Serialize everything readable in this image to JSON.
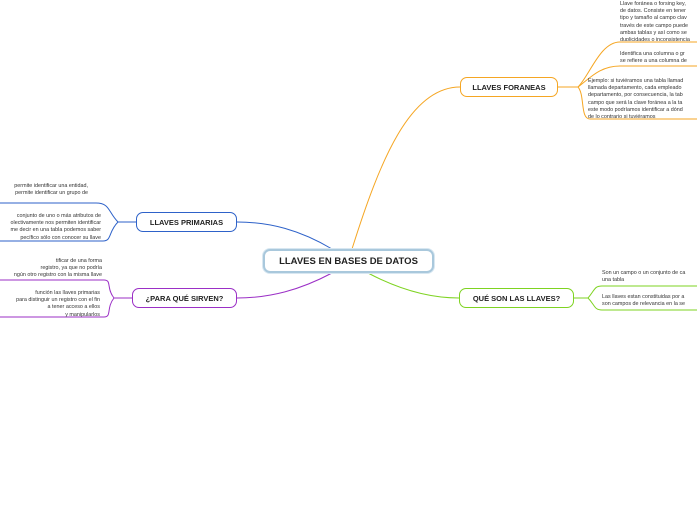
{
  "root": {
    "label": "LLAVES EN BASES DE DATOS"
  },
  "colors": {
    "root_border": "#a9c8dc",
    "foraneas": "#f5a623",
    "primarias": "#2e62c9",
    "sirven": "#9b2fc6",
    "que_son": "#7ed321"
  },
  "branches": {
    "foraneas": {
      "label": "LLAVES FORANEAS",
      "leaves": [
        "Llave foránea o forsing key,\nde datos. Consiste en tener\ntipo y tamaño al campo clav\ntravés de este campo puede\nambas tablas y así como se\nduplicidades o inconsistencia",
        "Identifica una columna o gr\nse refiere a una columna de",
        "Ejemplo: si tuviéramos una tabla llamad\nllamada departamento, cada empleado\ndepartamento, por consecuencia, la tab\ncampo que será la clave foránea a la ta\neste modo podríamos identificar a dónd\nde lo contrario si tuviéramos"
      ]
    },
    "primarias": {
      "label": "LLAVES PRIMARIAS",
      "leaves": [
        "permite identificar una entidad,\n permite identificar un grupo de",
        "conjunto de uno o más atributos de\nolectivamente nos permiten identificar\nme decir en una tabla podemos saber\npecífico sólo con conocer su llave"
      ]
    },
    "sirven": {
      "label": "¿PARA QUÉ SIRVEN?",
      "leaves": [
        "tificar de una forma\n registro, ya que no podría\nngún otro registro con la misma llave",
        "función las llaves primarias\n para distinguir un registro con el fin\na tener acceso a ellos\ny manipularlos"
      ]
    },
    "que_son": {
      "label": "QUÉ SON LAS LLAVES?",
      "leaves": [
        "Son un campo o un conjunto de ca\nuna tabla",
        "Las llaves estan constituidas por a\nson campos de relevancia en la se"
      ]
    }
  }
}
